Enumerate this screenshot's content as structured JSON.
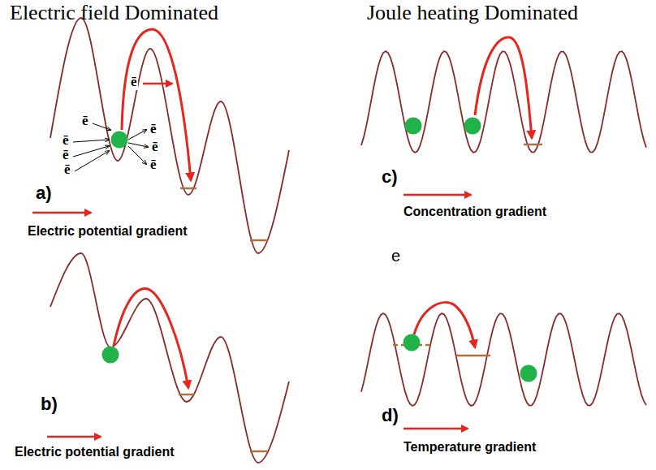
{
  "diagram": {
    "labels": [
      "Electric field Dominated",
      "Joule heating Dominated",
      "ē",
      "ē",
      "ē",
      "ē",
      "ē",
      "ē",
      "ē",
      "ē",
      "a)",
      "Electric potential gradient",
      "e",
      "b)",
      "Electric potential gradient",
      "c)",
      "Concentration gradient",
      "d)",
      "Temperature gradient"
    ]
  }
}
